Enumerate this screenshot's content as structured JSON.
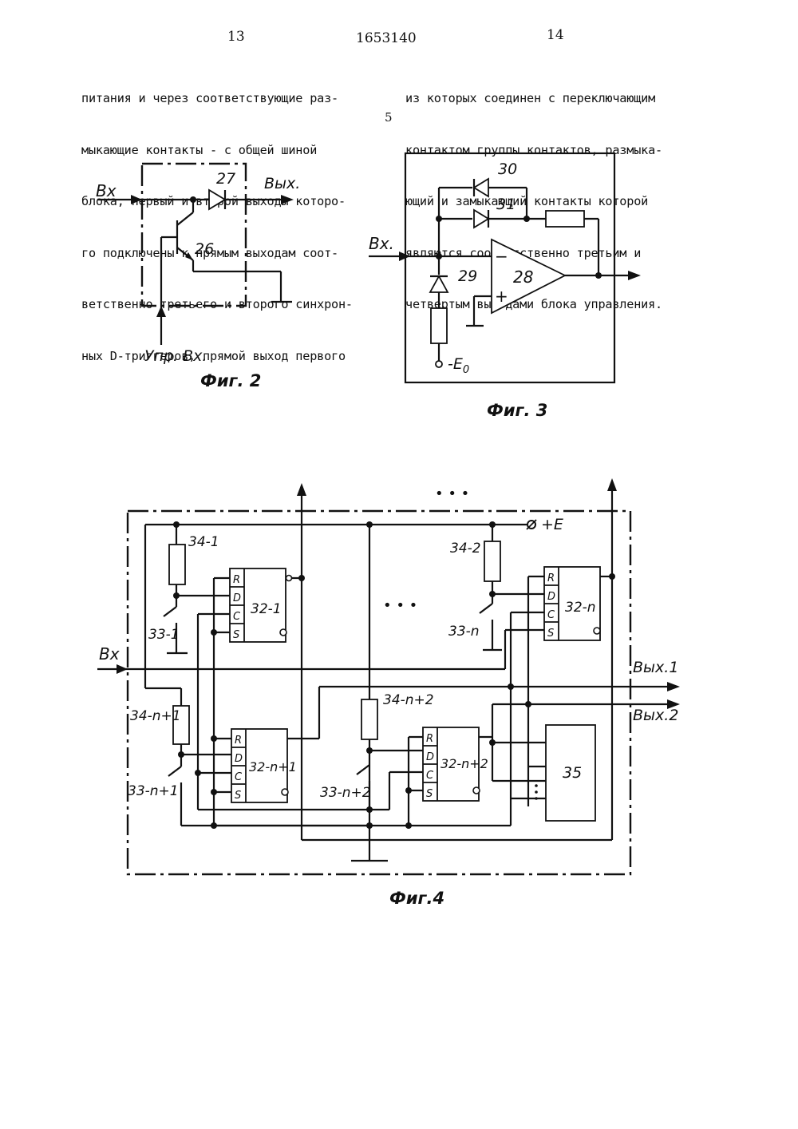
{
  "header": {
    "page_left": "13",
    "patent_number": "1653140",
    "page_right": "14"
  },
  "margin_line_number": "5",
  "left_column": [
    "питания и через соответствующие раз-",
    "мыкающие контакты - с общей шиной",
    "блока, первый и второй выходы которо-",
    "го подключены к прямым выходам соот-",
    "ветственно третьего и второго синхрон-",
    "ных D-триггеров, прямой выход первого"
  ],
  "right_column": [
    "из которых соединен с переключающим",
    "контактом группы контактов, размыка-",
    "ющий и замыкающий контакты которой",
    "являются соответственно третьим и",
    "четвертым выходами блока управления."
  ],
  "fig2": {
    "caption": "Фиг. 2",
    "input_label": "Вх",
    "output_label": "Вых.",
    "control_label": "Упр. Вх.",
    "diode_label": "27",
    "transistor_label": "26"
  },
  "fig3": {
    "caption": "Фиг. 3",
    "input_label": "Вх.",
    "diode_30": "30",
    "diode_31": "31",
    "diode_29": "29",
    "opamp_label": "28",
    "minus_sign": "−",
    "plus_sign": "+",
    "supply_label": "-E",
    "supply_subscript": "0"
  },
  "fig4": {
    "caption": "Фиг.4",
    "input_label": "Вх",
    "output_1": "Вых.1",
    "output_2": "Вых.2",
    "supply_label": "+E",
    "ellipsis_top": "• • •",
    "ellipsis_mid": "• • •",
    "resistors": [
      "34-1",
      "34-2",
      "34-n+1",
      "34-n+2"
    ],
    "switches": [
      "33-1",
      "33-n",
      "33-n+1",
      "33-n+2"
    ],
    "triggers": [
      {
        "label": "32-1",
        "pins": [
          "R",
          "D",
          "C",
          "S"
        ]
      },
      {
        "label": "32-n",
        "pins": [
          "R",
          "D",
          "C",
          "S"
        ]
      },
      {
        "label": "32-n+1",
        "pins": [
          "R",
          "D",
          "C",
          "S"
        ]
      },
      {
        "label": "32-n+2",
        "pins": [
          "R",
          "D",
          "C",
          "S"
        ]
      }
    ],
    "block_label": "35"
  }
}
